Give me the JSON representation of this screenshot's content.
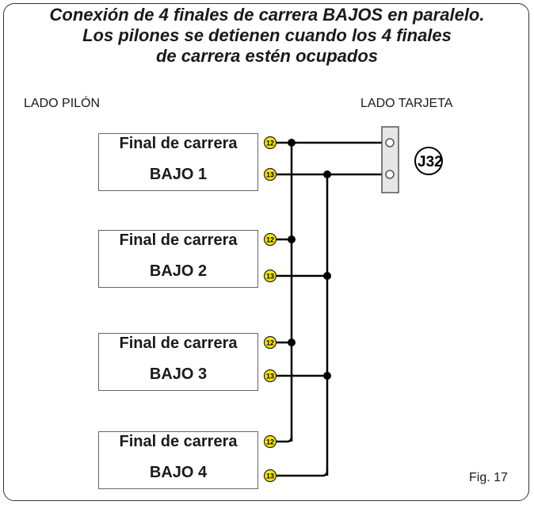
{
  "title": {
    "line1": "Conexión de 4 finales de carrera BAJOS en paralelo.",
    "line2": "Los pilones se detienen cuando los 4 finales",
    "line3": "de carrera estén ocupados"
  },
  "labels": {
    "left_side": "LADO PILÓN",
    "right_side": "LADO TARJETA",
    "connector": "J32",
    "figure": "Fig. 17"
  },
  "switches": [
    {
      "line1": "Final de carrera",
      "line2": "BAJO 1",
      "term_top": "12",
      "term_bottom": "13"
    },
    {
      "line1": "Final de carrera",
      "line2": "BAJO 2",
      "term_top": "12",
      "term_bottom": "13"
    },
    {
      "line1": "Final de carrera",
      "line2": "BAJO 3",
      "term_top": "12",
      "term_bottom": "13"
    },
    {
      "line1": "Final de carrera",
      "line2": "BAJO 4",
      "term_top": "12",
      "term_bottom": "13"
    }
  ],
  "colors": {
    "terminal_fill": "#f5e400",
    "wire": "#000000",
    "connector_fill": "#e6e6e6"
  }
}
